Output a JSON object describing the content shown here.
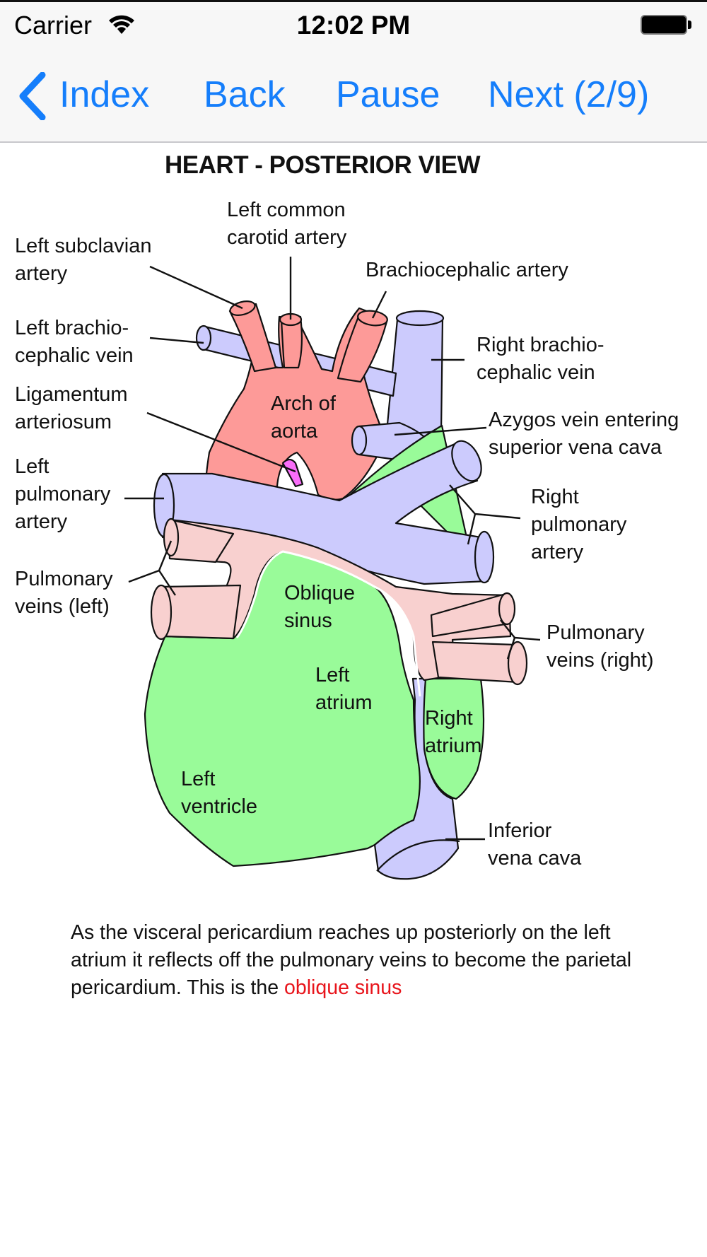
{
  "status_bar": {
    "carrier": "Carrier",
    "time": "12:02 PM",
    "wifi_icon": "wifi-icon",
    "battery_icon": "battery-full-icon"
  },
  "nav_bar": {
    "back_icon": "chevron-left-icon",
    "index_label": "Index",
    "back_label": "Back",
    "pause_label": "Pause",
    "next_label": "Next (2/9)",
    "accent_color": "#157efb"
  },
  "diagram": {
    "title": "HEART - POSTERIOR VIEW",
    "colors": {
      "artery_red": "#fd9a98",
      "vein_blue": "#cccbfd",
      "pulmonary_vein_pink": "#f8d0cf",
      "chamber_green": "#99fb99",
      "ligament_magenta": "#f96df9"
    },
    "labels": {
      "left_subclavian_artery": [
        "Left subclavian",
        "artery"
      ],
      "left_common_carotid_artery": [
        "Left common",
        "carotid artery"
      ],
      "brachiocephalic_artery": [
        "Brachiocephalic artery"
      ],
      "left_brachiocephalic_vein": [
        "Left brachio-",
        "cephalic vein"
      ],
      "right_brachiocephalic_vein": [
        "Right brachio-",
        "cephalic vein"
      ],
      "ligamentum_arteriosum": [
        "Ligamentum",
        "arteriosum"
      ],
      "arch_of_aorta": [
        "Arch of",
        "aorta"
      ],
      "azygos_vein": [
        "Azygos vein entering",
        "superior vena cava"
      ],
      "left_pulmonary_artery": [
        "Left",
        "pulmonary",
        "artery"
      ],
      "right_pulmonary_artery": [
        "Right",
        "pulmonary",
        "artery"
      ],
      "pulmonary_veins_left": [
        "Pulmonary",
        "veins (left)"
      ],
      "pulmonary_veins_right": [
        "Pulmonary",
        "veins (right)"
      ],
      "oblique_sinus": [
        "Oblique",
        "sinus"
      ],
      "left_atrium": [
        "Left",
        "atrium"
      ],
      "right_atrium": [
        "Right",
        "atrium"
      ],
      "left_ventricle": [
        "Left",
        "ventricle"
      ],
      "inferior_vena_cava": [
        "Inferior",
        "vena cava"
      ]
    }
  },
  "caption": {
    "text": "As the visceral pericardium reaches up posteriorly on the left atrium it reflects off the pulmonary veins to become the parietal pericardium. This is the ",
    "highlight": "oblique sinus",
    "highlight_color": "#e8141b"
  }
}
